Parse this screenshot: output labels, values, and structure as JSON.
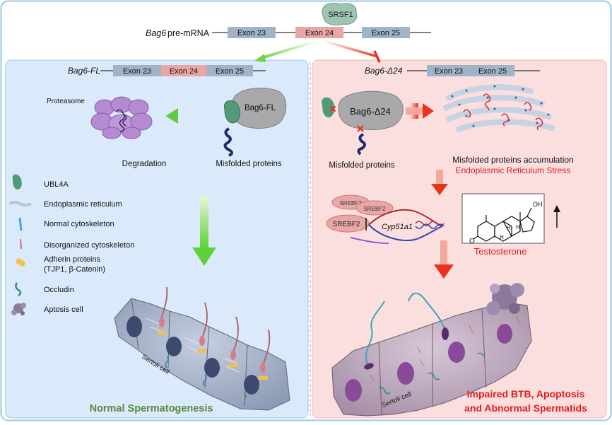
{
  "top": {
    "gene": "Bag6",
    "gene_suffix": " pre-mRNA",
    "exons": [
      "Exon 23",
      "Exon 24",
      "Exon 25"
    ],
    "splice_factor": "SRSF1"
  },
  "left_panel": {
    "construct_name": "Bag6-FL",
    "exons": [
      "Exon 23",
      "Exon 24",
      "Exon 25"
    ],
    "proteasome_label": "Proteasome",
    "protein_label": "Bag6-FL",
    "degradation_label": "Degradation",
    "misfolded_label": "Misfolded proteins",
    "sertoli_label": "Sertoli cell",
    "outcome": "Normal Spermatogenesis"
  },
  "right_panel": {
    "construct_name": "Bag6-Δ24",
    "exons": [
      "Exon 23",
      "Exon 25"
    ],
    "protein_label": "Bag6-Δ24",
    "misfolded_label": "Misfolded proteins",
    "accumulation_label": "Misfolded proteins accumulation",
    "er_stress_label": "Endoplasmic Reticulum Stress",
    "srebf_labels": [
      "SREBF2",
      "SREBF2",
      "SREBF2"
    ],
    "gene_label": "Cyp51a1",
    "hormone_label": "Testosterone",
    "oh_label": "OH",
    "h_labels": [
      "H",
      "H",
      "H"
    ],
    "o_label": "O",
    "sertoli_label": "Sertoli cell",
    "outcome_line1": "Impaired BTB, Apoptosis",
    "outcome_line2": "and Abnormal Spermatids"
  },
  "legend": {
    "items": [
      {
        "icon": "ubl4a-icon",
        "label": "UBL4A"
      },
      {
        "icon": "er-icon",
        "label": "Endoplasmic reticulum"
      },
      {
        "icon": "normal-cytoskeleton-icon",
        "label": "Normal cytoskeleton"
      },
      {
        "icon": "disorganized-cytoskeleton-icon",
        "label": "Disorganized cytoskeleton"
      },
      {
        "icon": "adherin-icon",
        "label": "Adherin proteins"
      },
      {
        "icon": "occludin-icon",
        "label": "Occludin"
      },
      {
        "icon": "apoptosis-icon",
        "label": "Aptosis cell"
      }
    ],
    "adherin_sub": "(TJP1, β-Catenin)"
  },
  "colors": {
    "left_bg": "#dbeafa",
    "right_bg": "#fbdede",
    "exon": "#9fb4c7",
    "exon24": "#e8a7a6",
    "green_arrow": "#7ed957",
    "red_arrow": "#e8321c",
    "outcome_left": "#5a8a3a",
    "outcome_right": "#e01e1e"
  }
}
